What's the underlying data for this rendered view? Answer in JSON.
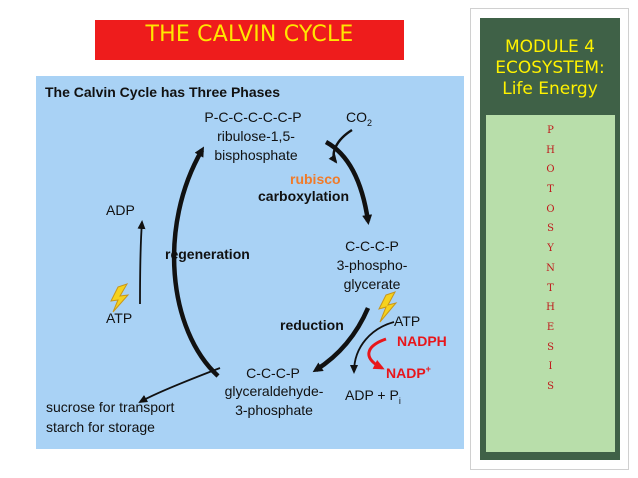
{
  "slide_title": "THE CALVIN CYCLE",
  "diagram": {
    "heading": "The Calvin Cycle has Three Phases",
    "rubp": {
      "formula": "P-C-C-C-C-C-P",
      "name_line1": "ribulose-1,5-",
      "name_line2": "bisphosphate"
    },
    "co2": {
      "base": "CO",
      "sub": "2"
    },
    "rubisco": "rubisco",
    "carboxylation": "carboxylation",
    "pga": {
      "formula": "C-C-C-P",
      "name_line1": "3-phospho-",
      "name_line2": "glycerate"
    },
    "reduction": "reduction",
    "atp_right": "ATP",
    "nadph": "NADPH",
    "nadp": {
      "base": "NADP",
      "sup": "+"
    },
    "adp_pi": {
      "base": "ADP + P",
      "sub": "i"
    },
    "g3p": {
      "formula": "C-C-C-P",
      "name_line1": "glyceraldehyde-",
      "name_line2": "3-phosphate"
    },
    "output_line1": "sucrose for transport",
    "output_line2": "starch for storage",
    "regeneration": "regeneration",
    "adp_left": "ADP",
    "atp_left": "ATP",
    "colors": {
      "rubisco": "#f07b2a",
      "nadph": "#e8161b",
      "lightning": "#f6d21d",
      "background": "#a9d2f5"
    }
  },
  "sidebar": {
    "module_line1": "MODULE 4",
    "module_line2": "ECOSYSTEM:",
    "module_line3": "Life Energy",
    "vertical_letters": [
      "P",
      "H",
      "O",
      "T",
      "O",
      "S",
      "Y",
      "N",
      "T",
      "H",
      "E",
      "S",
      "I",
      "S"
    ],
    "colors": {
      "panel": "#3f6147",
      "title": "#fff200",
      "letters_box": "#b8deaa",
      "letters": "#c0181b"
    }
  }
}
